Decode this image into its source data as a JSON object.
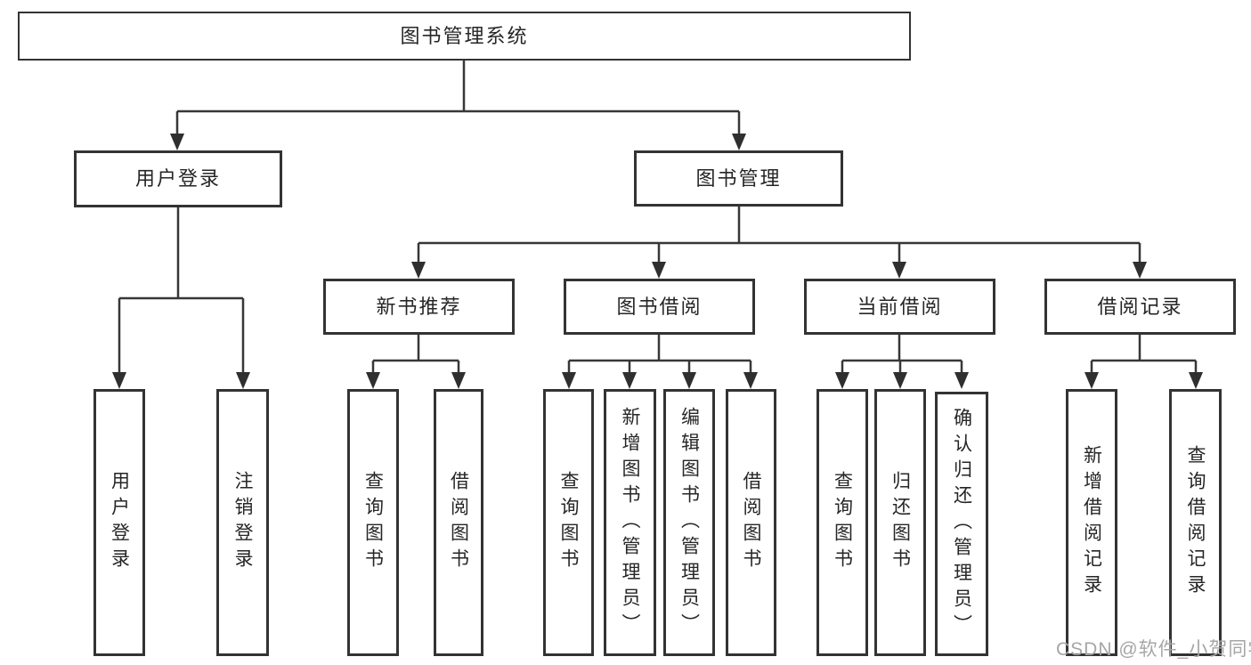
{
  "diagram": {
    "root": {
      "label": "图书管理系统"
    },
    "level2": [
      {
        "label": "用户登录",
        "children": [
          {
            "label": "用户登录"
          },
          {
            "label": "注销登录"
          }
        ]
      },
      {
        "label": "图书管理",
        "children": [
          {
            "label": "新书推荐",
            "children": [
              {
                "label": "查询图书"
              },
              {
                "label": "借阅图书"
              }
            ]
          },
          {
            "label": "图书借阅",
            "children": [
              {
                "label": "查询图书"
              },
              {
                "label": "新增图书（管理员）"
              },
              {
                "label": "编辑图书（管理员）"
              },
              {
                "label": "借阅图书"
              }
            ]
          },
          {
            "label": "当前借阅",
            "children": [
              {
                "label": "查询图书"
              },
              {
                "label": "归还图书"
              },
              {
                "label": "确认归还（管理员）"
              }
            ]
          },
          {
            "label": "借阅记录",
            "children": [
              {
                "label": "新增借阅记录"
              },
              {
                "label": "查询借阅记录"
              }
            ]
          }
        ]
      }
    ]
  },
  "watermark": {
    "text": "CSDN @软件_小贺同学"
  },
  "colors": {
    "line": "#373737",
    "box_border": "#333333",
    "text": "#262626",
    "background": "#ffffff",
    "watermark": "#a6a6a6"
  }
}
